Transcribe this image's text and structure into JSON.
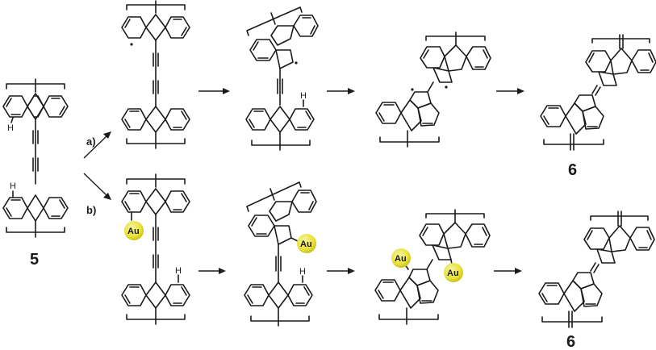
{
  "scheme": {
    "type": "reaction-scheme",
    "colors": {
      "bond": "#1a1a1a",
      "gold_fill": "#e8e23a",
      "gold_highlight": "#f7f4a0",
      "background": "#ffffff"
    },
    "compounds": {
      "start": {
        "label": "5",
        "description": "polymer repeat unit: 9,9'-butadiyne-bridged bis(anthracene) with peri H atoms"
      },
      "product_a": {
        "label": "6",
        "description": "polymer repeat unit: bis(aceanthrylene) fused product via pathway a"
      },
      "product_b": {
        "label": "6",
        "description": "polymer repeat unit: bis(aceanthrylene) fused product via pathway b"
      }
    },
    "pathways": [
      {
        "id": "a",
        "label": "a)",
        "intermediates": [
          "aryl radical (H abstracted)",
          "cyclized vinyl radical",
          "biradical dimerized core"
        ],
        "result_label": "6"
      },
      {
        "id": "b",
        "label": "b)",
        "intermediates": [
          "Au-aryl adduct",
          "cyclized Au-vinyl species",
          "di-Au bis(aceanthrylene)"
        ],
        "result_label": "6"
      }
    ],
    "atom_labels": {
      "hydrogen": "H",
      "gold": "Au"
    }
  }
}
